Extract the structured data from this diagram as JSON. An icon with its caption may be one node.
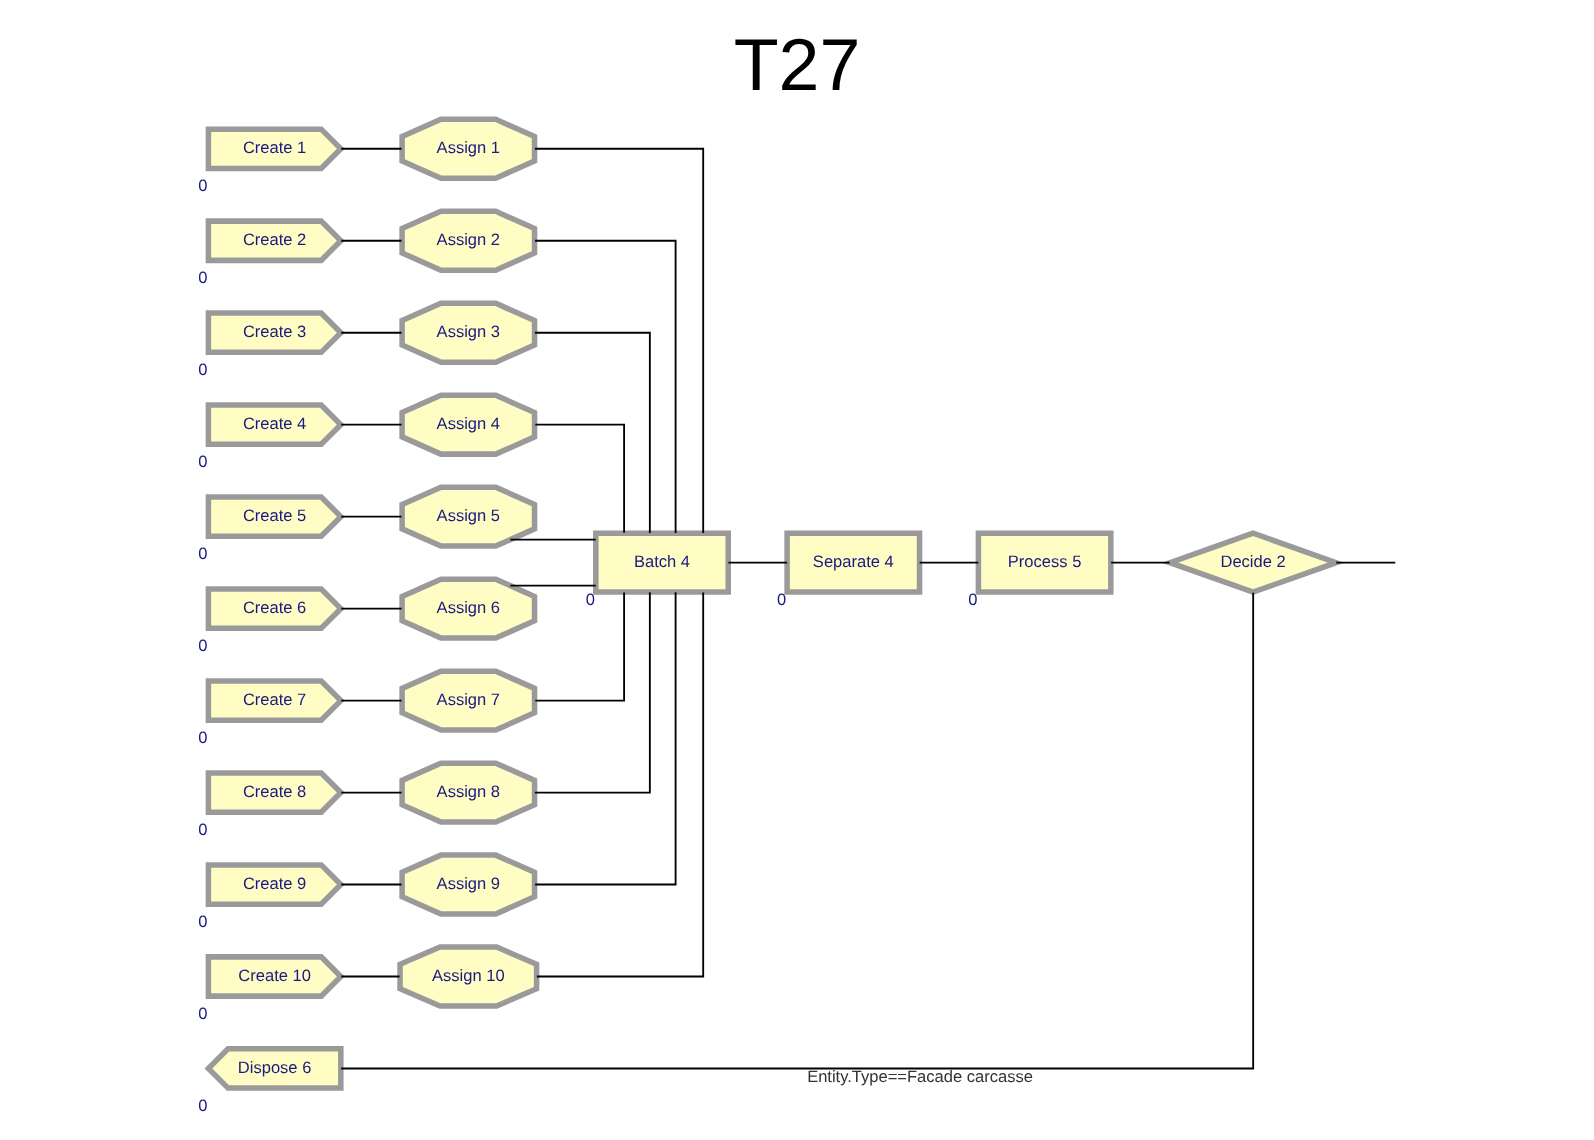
{
  "diagram": {
    "title": "T27",
    "nodes": [
      {
        "text": [
          "Create 1"
        ],
        "beside": [
          "0"
        ]
      },
      {
        "text": [
          "Assign 1"
        ]
      },
      {
        "text": [
          "Create 2"
        ],
        "beside": [
          "0"
        ]
      },
      {
        "text": [
          "Assign 2"
        ]
      },
      {
        "text": [
          "Create 3"
        ],
        "beside": [
          "0"
        ]
      },
      {
        "text": [
          "Assign 3"
        ]
      },
      {
        "text": [
          "Create 4"
        ],
        "beside": [
          "0"
        ]
      },
      {
        "text": [
          "Assign 4"
        ]
      },
      {
        "text": [
          "Create 5"
        ],
        "beside": [
          "0"
        ]
      },
      {
        "text": [
          "Assign 5"
        ]
      },
      {
        "text": [
          "Create 6"
        ],
        "beside": [
          "0"
        ]
      },
      {
        "text": [
          "Assign 6"
        ]
      },
      {
        "text": [
          "Create 7"
        ],
        "beside": [
          "0"
        ]
      },
      {
        "text": [
          "Assign 7"
        ]
      },
      {
        "text": [
          "Create 8"
        ],
        "beside": [
          "0"
        ]
      },
      {
        "text": [
          "Assign 8"
        ]
      },
      {
        "text": [
          "Create 9"
        ],
        "beside": [
          "0"
        ]
      },
      {
        "text": [
          "Assign 9"
        ]
      },
      {
        "text": [
          "Create 10"
        ],
        "beside": [
          "0"
        ]
      },
      {
        "text": [
          "Assign 10"
        ]
      },
      {
        "text": [
          "Batch 4"
        ],
        "beside": [
          "0"
        ]
      },
      {
        "text": [
          "Separate 4"
        ],
        "beside": [
          "0"
        ]
      },
      {
        "text": [
          "Process 5"
        ],
        "beside": [
          "0"
        ]
      },
      {
        "text": [
          "Decide 2"
        ]
      },
      {
        "text": [
          "Dispose 6"
        ],
        "beside": [
          "0"
        ]
      }
    ],
    "edges": [
      {
        "from": 0,
        "to": 1,
        "arrow": "none"
      },
      {
        "from": 2,
        "to": 3,
        "arrow": "none"
      },
      {
        "from": 4,
        "to": 5,
        "arrow": "none"
      },
      {
        "from": 6,
        "to": 7,
        "arrow": "none"
      },
      {
        "from": 8,
        "to": 9,
        "arrow": "none"
      },
      {
        "from": 10,
        "to": 11,
        "arrow": "none"
      },
      {
        "from": 12,
        "to": 13,
        "arrow": "none"
      },
      {
        "from": 14,
        "to": 15,
        "arrow": "none"
      },
      {
        "from": 16,
        "to": 17,
        "arrow": "none"
      },
      {
        "from": 18,
        "to": 19,
        "arrow": "none"
      },
      {
        "from": 1,
        "to": 20,
        "arrow": "none"
      },
      {
        "from": 3,
        "to": 20,
        "arrow": "none"
      },
      {
        "from": 5,
        "to": 20,
        "arrow": "none"
      },
      {
        "from": 7,
        "to": 20,
        "arrow": "none"
      },
      {
        "from": 9,
        "to": 20,
        "arrow": "none"
      },
      {
        "from": 11,
        "to": 20,
        "arrow": "none"
      },
      {
        "from": 13,
        "to": 20,
        "arrow": "none"
      },
      {
        "from": 15,
        "to": 20,
        "arrow": "none"
      },
      {
        "from": 17,
        "to": 20,
        "arrow": "none"
      },
      {
        "from": 19,
        "to": 20,
        "arrow": "none"
      },
      {
        "from": 20,
        "to": 21,
        "arrow": "none"
      },
      {
        "from": 21,
        "to": 22,
        "arrow": "none"
      },
      {
        "from": 22,
        "to": 23,
        "arrow": "none"
      },
      {
        "from": 23,
        "to": 24,
        "arrow": "none",
        "label": "Entity.Type==Facade carcasse"
      },
      {
        "from": 23,
        "to": null,
        "arrow": "none"
      }
    ]
  }
}
